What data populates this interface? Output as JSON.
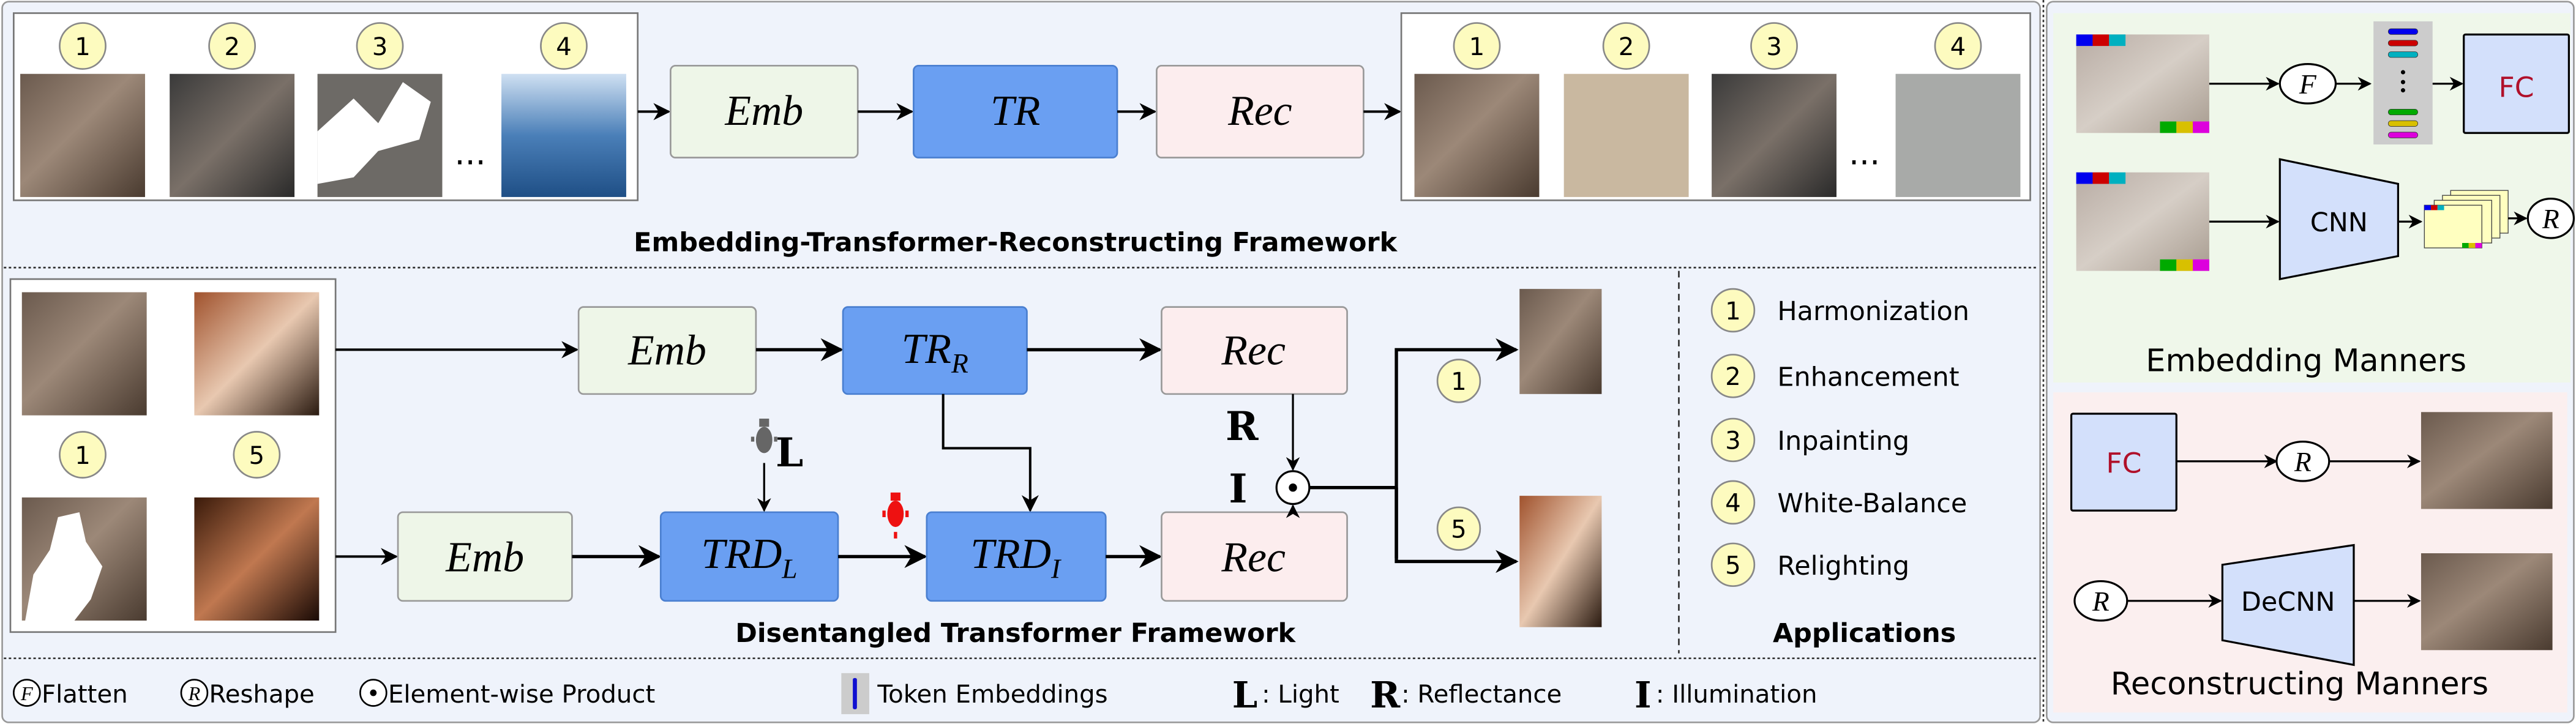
{
  "top": {
    "input_badges": [
      "1",
      "2",
      "3",
      "4"
    ],
    "output_badges": [
      "1",
      "2",
      "3",
      "4"
    ],
    "ellipsis": "...",
    "emb": "Emb",
    "tr": "TR",
    "rec": "Rec",
    "title": "Embedding-Transformer-Reconstructing Framework"
  },
  "bottom": {
    "input_badges": [
      "1",
      "5"
    ],
    "emb": "Emb",
    "tr_r": {
      "base": "TR",
      "sub": "R"
    },
    "rec": "Rec",
    "trd_l": {
      "base": "TRD",
      "sub": "L"
    },
    "trd_i": {
      "base": "TRD",
      "sub": "I"
    },
    "label_L": "L",
    "label_R": "R",
    "label_I": "I",
    "output_badges": [
      "1",
      "5"
    ],
    "title": "Disentangled Transformer Framework",
    "light_icon_colors": {
      "gray": "#666666",
      "red": "#ee1111"
    }
  },
  "applications": {
    "items": [
      {
        "num": "1",
        "label": "Harmonization"
      },
      {
        "num": "2",
        "label": "Enhancement"
      },
      {
        "num": "3",
        "label": "Inpainting"
      },
      {
        "num": "4",
        "label": "White-Balance"
      },
      {
        "num": "5",
        "label": "Relighting"
      }
    ],
    "title": "Applications"
  },
  "legend": {
    "flatten_sym": "F",
    "flatten": "Flatten",
    "reshape_sym": "R",
    "reshape": "Reshape",
    "product": "Element-wise Product",
    "token": "Token Embeddings",
    "L": "L",
    "light": ": Light",
    "R": "R",
    "reflectance": ": Reflectance",
    "I": "I",
    "illumination": ": Illumination"
  },
  "embedding_manners": {
    "flatten_sym": "F",
    "fc": "FC",
    "cnn": "CNN",
    "reshape_sym": "R",
    "title": "Embedding Manners",
    "token_colors": [
      "#0000ee",
      "#cc0000",
      "#00b0c0",
      "#00aa00",
      "#d8c000",
      "#dd00dd"
    ]
  },
  "reconstructing_manners": {
    "fc": "FC",
    "reshape_sym": "R",
    "decnn": "DeCNN",
    "title": "Reconstructing Manners"
  },
  "colors": {
    "panel_bg": "#eff3fb",
    "emb_box": "#eef6e8",
    "tr_box": "#6a9ff2",
    "rec_box": "#fcedee",
    "badge": "#fdfbbf",
    "module_box": "#d3e0fb",
    "fc_text": "#b0102a",
    "green_panel": "#eff7ea",
    "pink_panel": "#fbefef"
  }
}
